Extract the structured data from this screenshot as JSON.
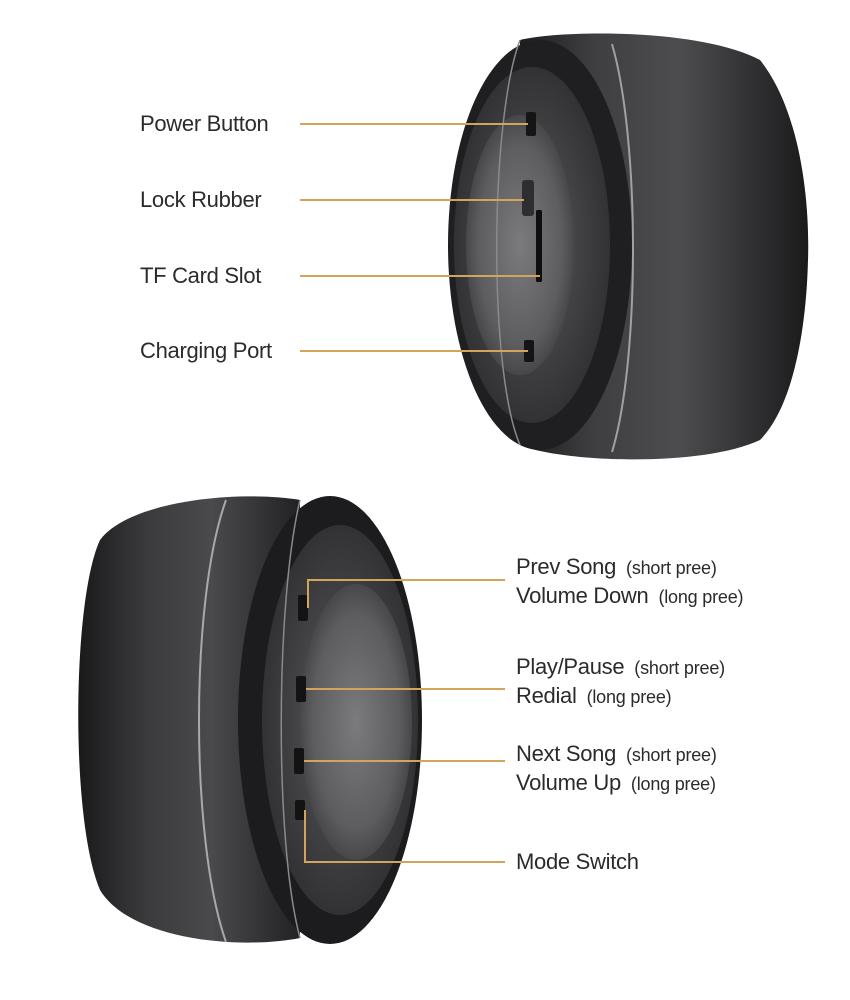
{
  "colors": {
    "leader": "#d4a45c",
    "body_dark": "#2a2a2c",
    "body_mid": "#48484b",
    "rim_highlight": "#c9c9c9",
    "grille": "#6a6a6c",
    "label_text": "#2b2b2b"
  },
  "top_speaker": {
    "callouts": [
      {
        "text": "Power Button"
      },
      {
        "text": "Lock Rubber"
      },
      {
        "text": "TF Card Slot"
      },
      {
        "text": "Charging Port"
      }
    ]
  },
  "bottom_speaker": {
    "callouts": [
      {
        "line1": "Prev Song",
        "line1_note": "(short pree)",
        "line2": "Volume Down",
        "line2_note": "(long pree)"
      },
      {
        "line1": "Play/Pause",
        "line1_note": "(short pree)",
        "line2": "Redial",
        "line2_note": "(long pree)"
      },
      {
        "line1": "Next Song",
        "line1_note": "(short pree)",
        "line2": "Volume Up",
        "line2_note": "(long pree)"
      },
      {
        "line1": "Mode Switch"
      }
    ]
  }
}
